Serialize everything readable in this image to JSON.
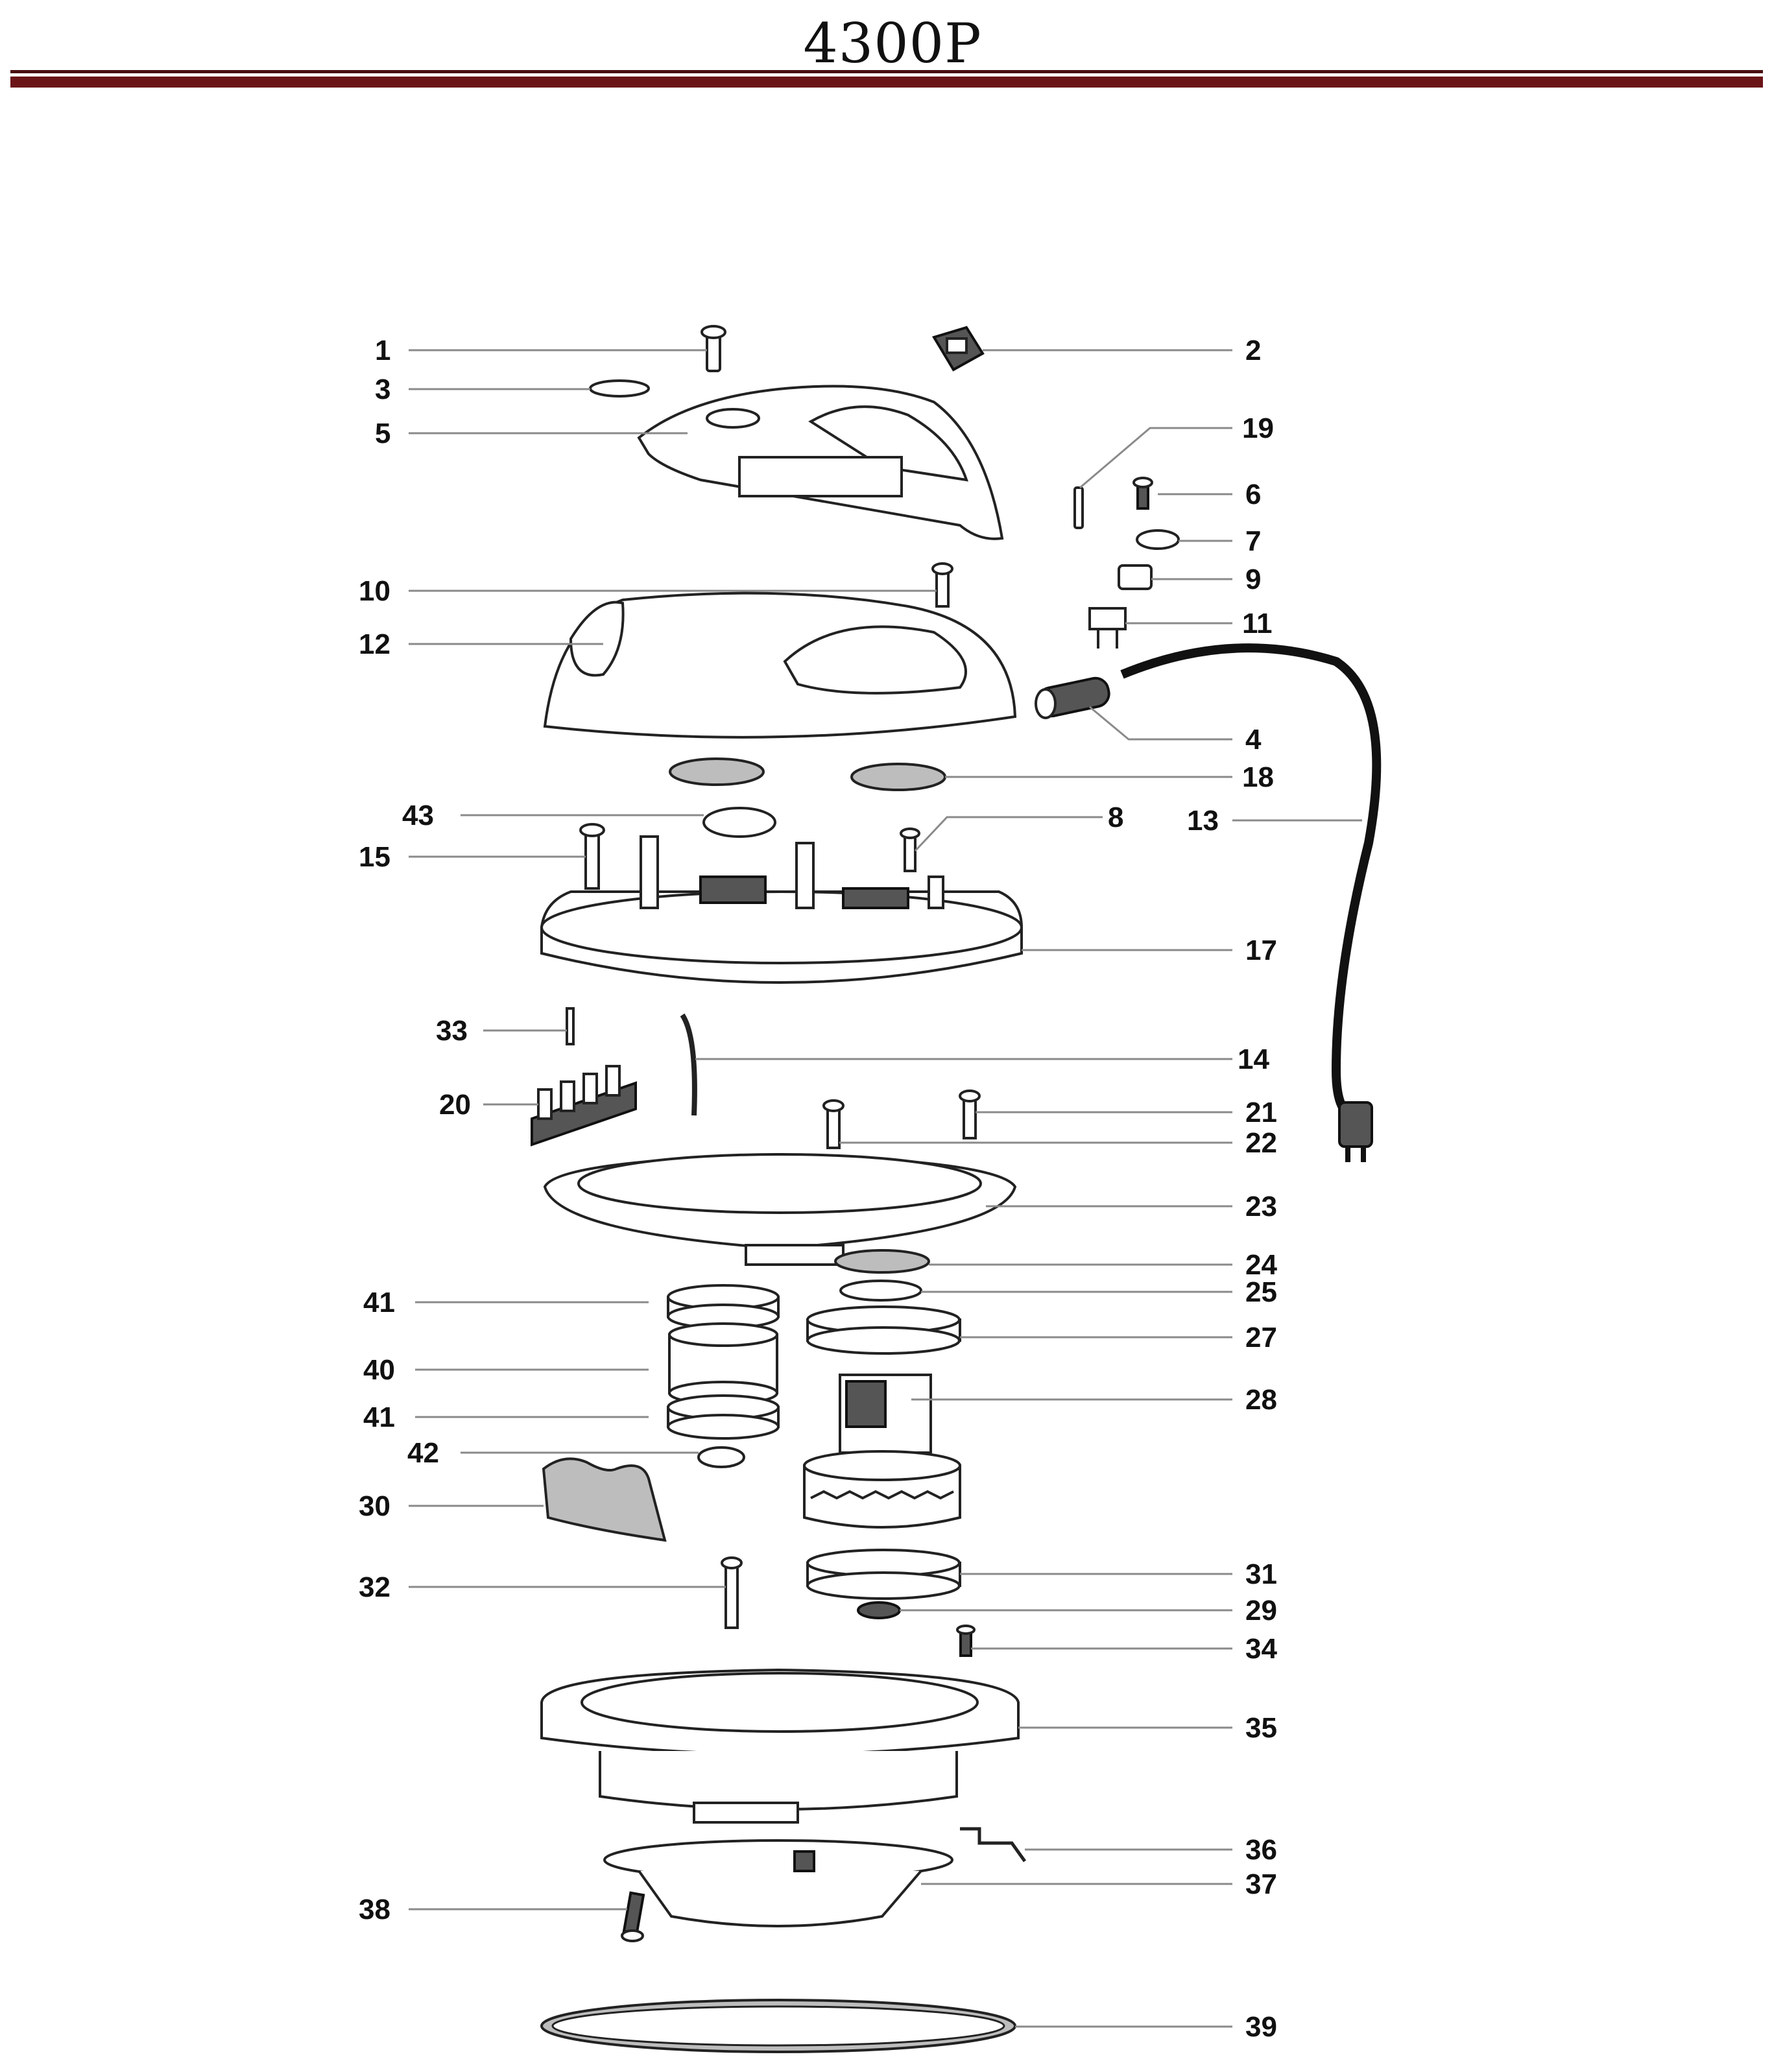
{
  "header": {
    "title": "4300P"
  },
  "callouts": [
    {
      "id": "c1",
      "label": "1"
    },
    {
      "id": "c2",
      "label": "2"
    },
    {
      "id": "c3",
      "label": "3"
    },
    {
      "id": "c5",
      "label": "5"
    },
    {
      "id": "c19",
      "label": "19"
    },
    {
      "id": "c6",
      "label": "6"
    },
    {
      "id": "c7",
      "label": "7"
    },
    {
      "id": "c9",
      "label": "9"
    },
    {
      "id": "c10",
      "label": "10"
    },
    {
      "id": "c11",
      "label": "11"
    },
    {
      "id": "c12",
      "label": "12"
    },
    {
      "id": "c4",
      "label": "4"
    },
    {
      "id": "c18",
      "label": "18"
    },
    {
      "id": "c43",
      "label": "43"
    },
    {
      "id": "c8",
      "label": "8"
    },
    {
      "id": "c13",
      "label": "13"
    },
    {
      "id": "c15",
      "label": "15"
    },
    {
      "id": "c17",
      "label": "17"
    },
    {
      "id": "c33",
      "label": "33"
    },
    {
      "id": "c14",
      "label": "14"
    },
    {
      "id": "c20",
      "label": "20"
    },
    {
      "id": "c21",
      "label": "21"
    },
    {
      "id": "c22",
      "label": "22"
    },
    {
      "id": "c23",
      "label": "23"
    },
    {
      "id": "c24",
      "label": "24"
    },
    {
      "id": "c25",
      "label": "25"
    },
    {
      "id": "c41a",
      "label": "41"
    },
    {
      "id": "c27",
      "label": "27"
    },
    {
      "id": "c40",
      "label": "40"
    },
    {
      "id": "c28",
      "label": "28"
    },
    {
      "id": "c41b",
      "label": "41"
    },
    {
      "id": "c42",
      "label": "42"
    },
    {
      "id": "c30",
      "label": "30"
    },
    {
      "id": "c31",
      "label": "31"
    },
    {
      "id": "c32",
      "label": "32"
    },
    {
      "id": "c29",
      "label": "29"
    },
    {
      "id": "c34",
      "label": "34"
    },
    {
      "id": "c35",
      "label": "35"
    },
    {
      "id": "c36",
      "label": "36"
    },
    {
      "id": "c37",
      "label": "37"
    },
    {
      "id": "c38",
      "label": "38"
    },
    {
      "id": "c39",
      "label": "39"
    }
  ]
}
